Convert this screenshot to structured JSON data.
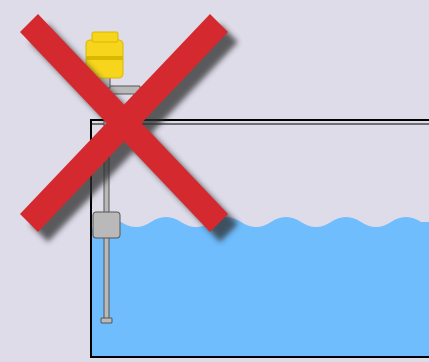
{
  "colors": {
    "background": "#dedce9",
    "tank_interior": "#dedce9",
    "tank_outline": "#000000",
    "liquid": "#6fbdfd",
    "sensor_housing": "#f7d51c",
    "sensor_housing_shade": "#d9b800",
    "probe_metal": "#b9b9b9",
    "probe_outline": "#555555",
    "cross": "#d42a2f",
    "cross_shadow": "#2d2d2d"
  },
  "icons": {
    "sensor": "level-sensor-icon",
    "prohibited": "cross-mark-icon"
  },
  "diagram": {
    "meaning": "incorrect-installation",
    "components": [
      "tank",
      "liquid",
      "level-sensor",
      "float",
      "prohibition-cross"
    ]
  }
}
